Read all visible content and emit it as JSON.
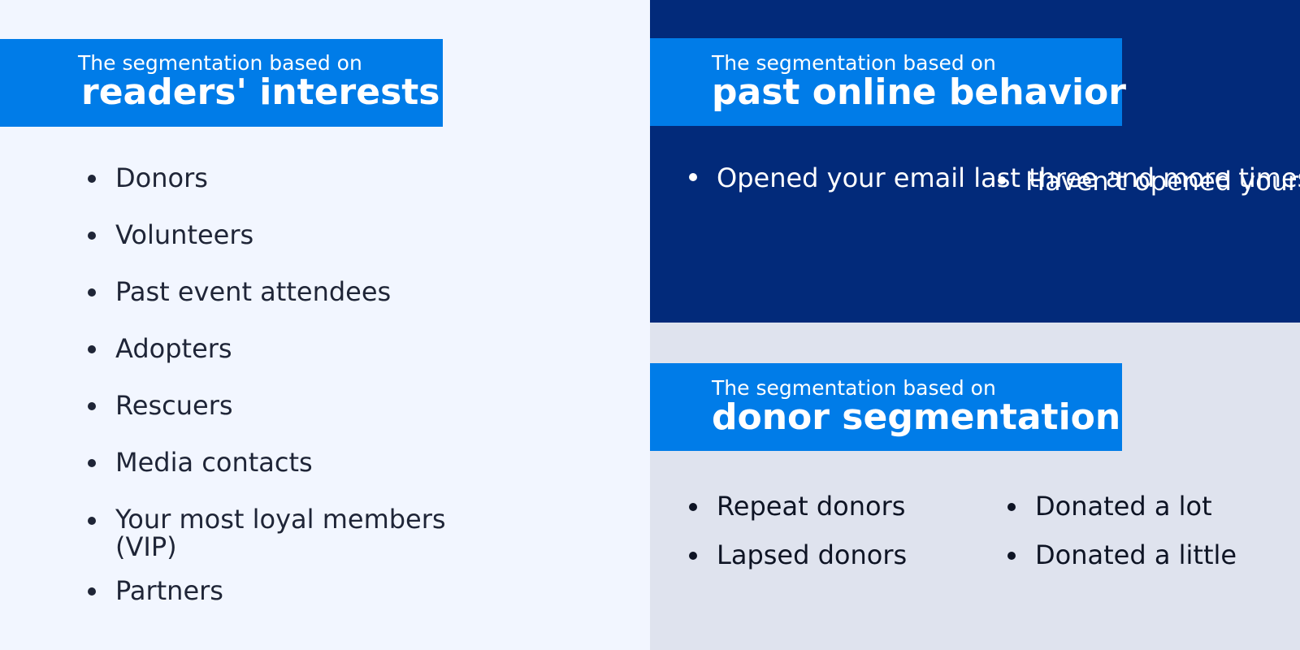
{
  "interests": {
    "subtitle": "The segmentation based on",
    "title": "readers' interests",
    "items": [
      "Donors",
      "Volunteers",
      "Past event attendees",
      "Adopters",
      "Rescuers",
      "Media contacts",
      "Your most loyal members (VIP)",
      "Partners"
    ]
  },
  "behavior": {
    "subtitle": "The segmentation based on",
    "title": "past online behavior",
    "column1": [
      "Opened your email last three and more times"
    ],
    "column2": [
      "Haven't opened your emails once in a while"
    ]
  },
  "donor": {
    "subtitle": "The segmentation based on",
    "title": "donor segmentation",
    "column1": [
      "Repeat donors",
      "Lapsed donors"
    ],
    "column2": [
      "Donated a lot",
      "Donated a little"
    ]
  },
  "colors": {
    "light_background": "#f2f6ff",
    "dark_navy": "#022a7a",
    "grey_panel": "#dfe3ee",
    "banner_blue": "#007ce8"
  }
}
